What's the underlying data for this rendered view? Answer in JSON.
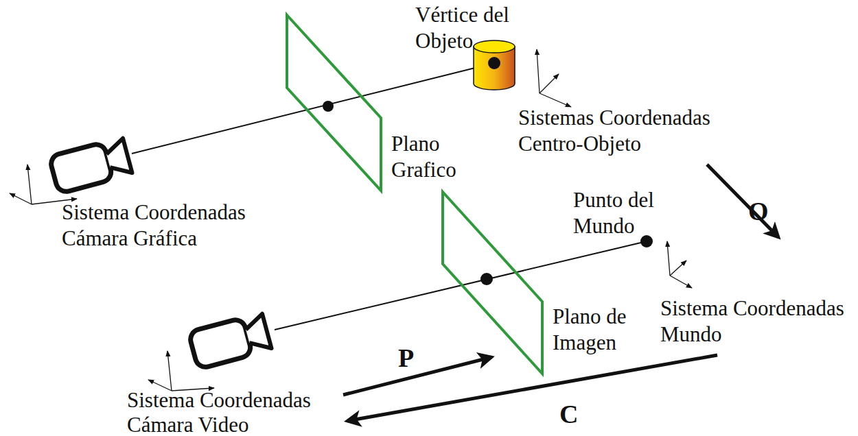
{
  "diagram": {
    "labels": [
      "Vértice del Objeto",
      "Sistemas Coordenadas Centro-Objeto",
      "Plano Grafico",
      "Sistema Coordenadas Cámara Gráfica",
      "Punto del Mundo",
      "Plano de Imagen",
      "Sistema Coordenadas Mundo",
      "Sistema Coordenadas Cámara Video",
      "O",
      "P",
      "C"
    ]
  }
}
